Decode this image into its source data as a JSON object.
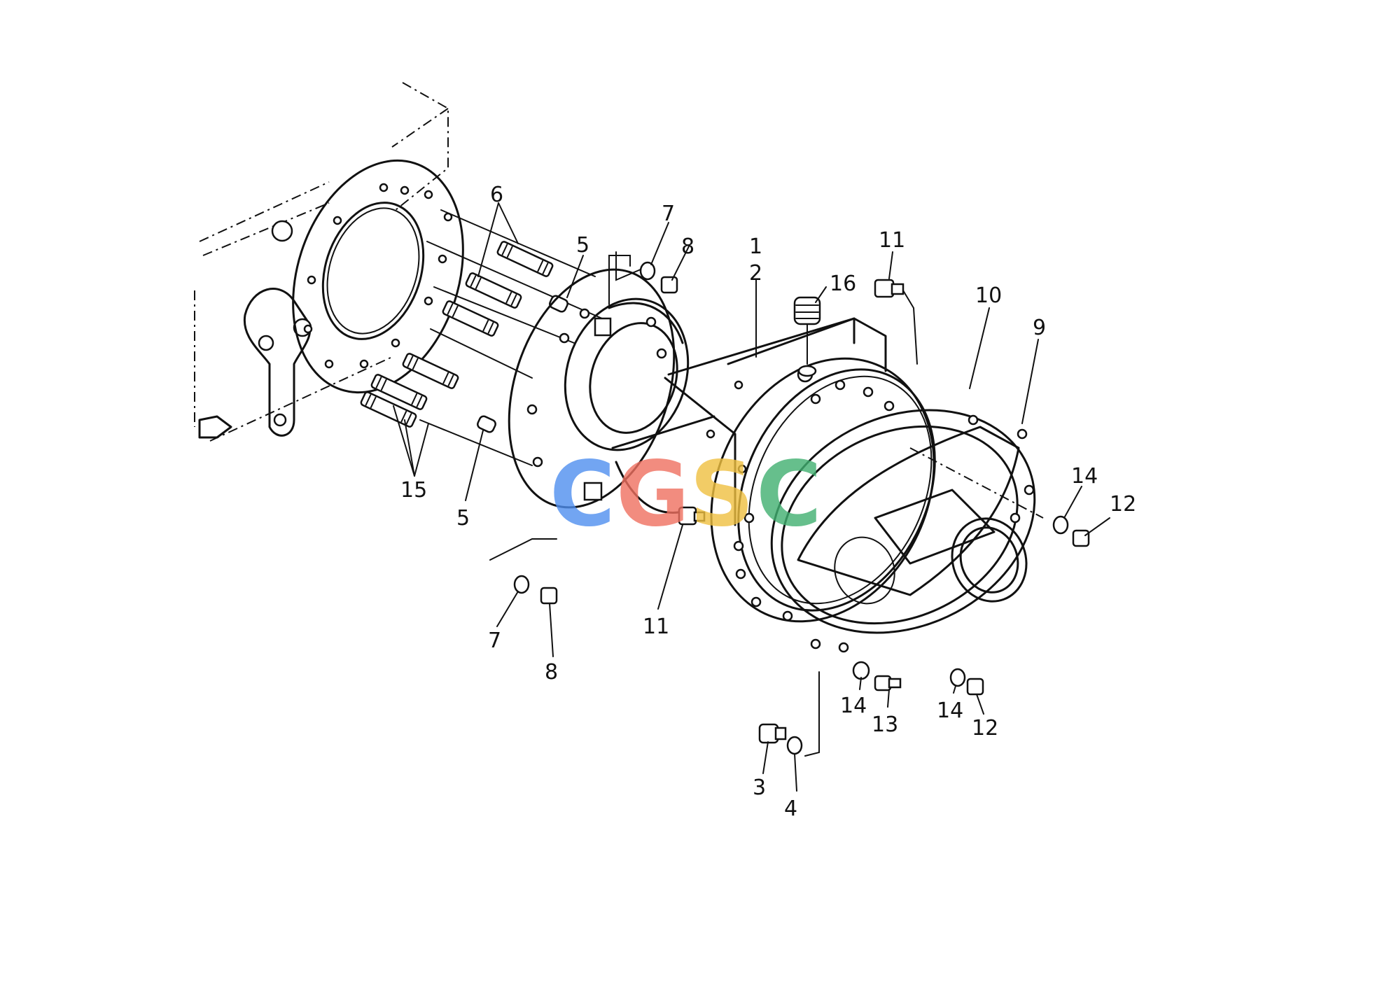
{
  "callouts": [
    {
      "id": "c1",
      "text": "1"
    },
    {
      "id": "c2",
      "text": "2"
    },
    {
      "id": "c3",
      "text": "3"
    },
    {
      "id": "c4",
      "text": "4"
    },
    {
      "id": "c5a",
      "text": "5"
    },
    {
      "id": "c5b",
      "text": "5"
    },
    {
      "id": "c6",
      "text": "6"
    },
    {
      "id": "c7a",
      "text": "7"
    },
    {
      "id": "c7b",
      "text": "7"
    },
    {
      "id": "c8a",
      "text": "8"
    },
    {
      "id": "c8b",
      "text": "8"
    },
    {
      "id": "c9",
      "text": "9"
    },
    {
      "id": "c10",
      "text": "10"
    },
    {
      "id": "c11a",
      "text": "11"
    },
    {
      "id": "c11b",
      "text": "11"
    },
    {
      "id": "c12a",
      "text": "12"
    },
    {
      "id": "c12b",
      "text": "12"
    },
    {
      "id": "c13",
      "text": "13"
    },
    {
      "id": "c14a",
      "text": "14"
    },
    {
      "id": "c14b",
      "text": "14"
    },
    {
      "id": "c14c",
      "text": "14"
    },
    {
      "id": "c15",
      "text": "15"
    },
    {
      "id": "c16",
      "text": "16"
    }
  ],
  "watermark": {
    "letters": [
      "C",
      "G",
      "S",
      "C"
    ],
    "colors": [
      "#4f8ff0",
      "#f07060",
      "#f0c040",
      "#40b070"
    ]
  }
}
